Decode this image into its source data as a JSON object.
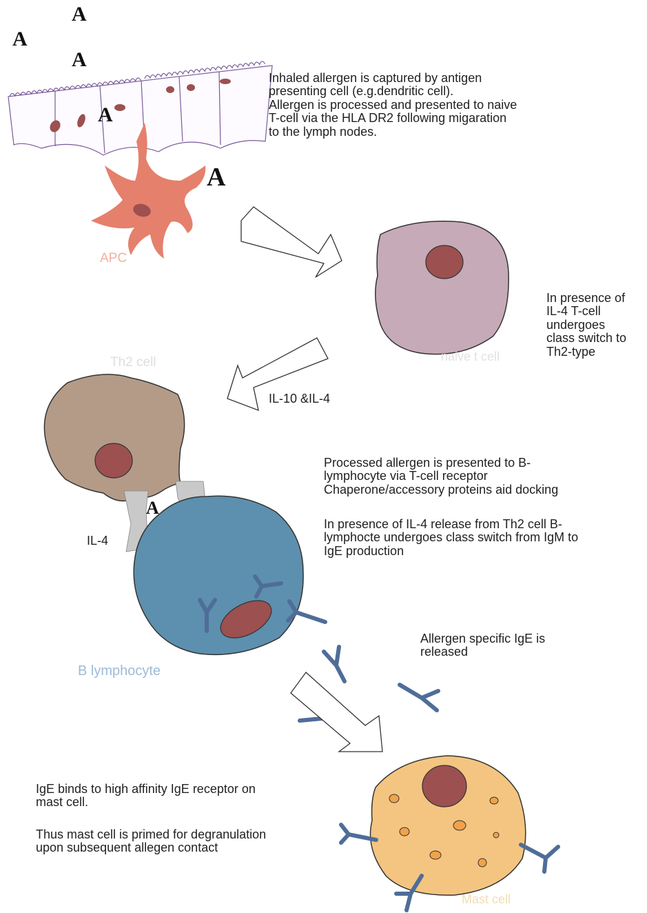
{
  "antigen_symbol": "A",
  "colors": {
    "epithelium": "#7a5a9a",
    "apc": "#e5806c",
    "naive_cell": "#c6aab8",
    "th2_cell": "#b39b88",
    "b_lymphocyte": "#5d8fae",
    "mast_cell": "#f4c580",
    "nucleus": "#9c5050",
    "antibody": "#4f6d98"
  },
  "labels": {
    "apc": "APC",
    "naive_cell": "naive t cell",
    "th2_cell": "Th2 cell",
    "b_lymphocyte": "B lymphocyte",
    "mast_cell": "Mast cell",
    "il10_il4": "IL-10 &IL-4",
    "il4": "IL-4"
  },
  "texts": {
    "step1": "Inhaled allergen is captured by antigen\npresenting cell (e.g.dendritic cell).\nAllergen is processed and presented to naive\nT-cell via the HLA DR2 following migaration\nto the lymph nodes.",
    "step2": "In presence of\nIL-4 T-cell\nundergoes\nclass switch to\nTh2-type",
    "step3a": "Processed allergen is presented to B-\nlymphocyte via T-cell receptor\nChaperone/accessory proteins aid docking",
    "step3b": "In presence of IL-4 release from Th2 cell B-\nlymphocte undergoes class switch from IgM to\nIgE production",
    "step4": "Allergen specific IgE is\nreleased",
    "step5a": "IgE binds to high affinity IgE receptor on\nmast cell.",
    "step5b": "Thus mast cell is primed for degranulation\nupon subsequent allegen contact"
  }
}
